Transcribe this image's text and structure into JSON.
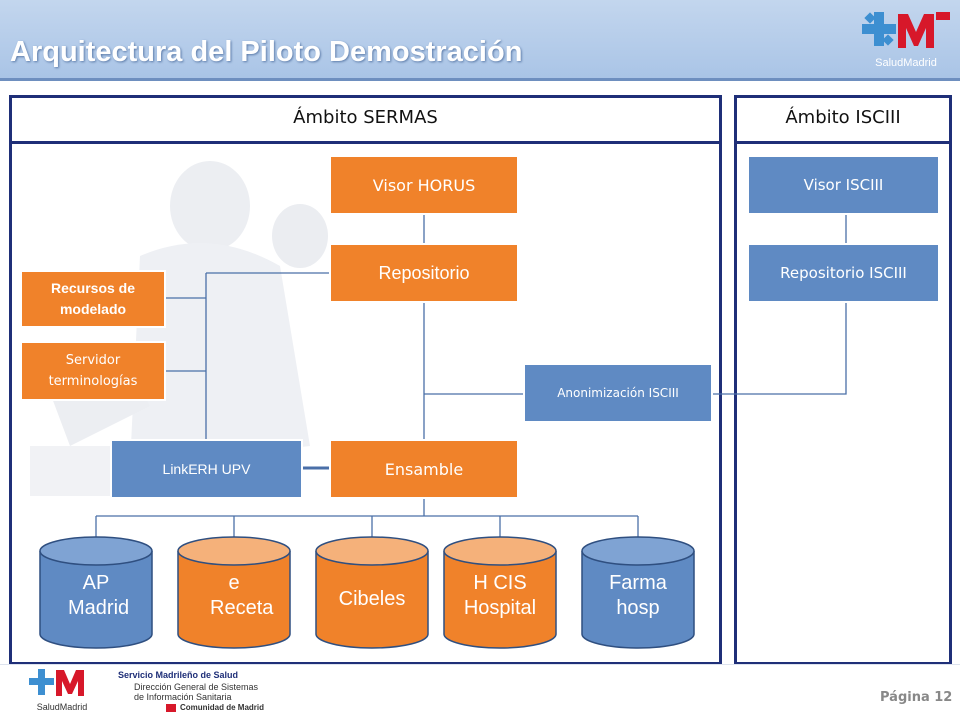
{
  "header": {
    "title": "Arquitectura del Piloto Demostración",
    "logo_text": "SaludMadrid"
  },
  "panels": {
    "sermas_title": "Ámbito SERMAS",
    "isciii_title": "Ámbito ISCIII"
  },
  "boxes": {
    "visor_horus": "Visor HORUS",
    "repositorio": "Repositorio",
    "recursos_modelado": "Recursos de modelado",
    "servidor_terminologias": "Servidor terminologías",
    "anonimizacion": "Anonimización ISCIII",
    "linkerh": "LinkERH UPV",
    "ensamble": "Ensamble",
    "visor_isciii": "Visor ISCIII",
    "repositorio_isciii": "Repositorio ISCIII"
  },
  "databases": [
    {
      "label": "AP Madrid",
      "color": "#5f8ac3"
    },
    {
      "label": "e Receta",
      "color": "#f0822a"
    },
    {
      "label": "Cibeles",
      "color": "#f0822a"
    },
    {
      "label": "H CIS Hospital",
      "color": "#5f8ac3"
    },
    {
      "label": "Farma hosp",
      "color": "#5f8ac3"
    }
  ],
  "footer": {
    "org_name": "Servicio Madrileño de Salud",
    "org_sub1": "Dirección General de Sistemas",
    "org_sub2": "de Información Sanitaria",
    "comunidad": "Comunidad de Madrid",
    "logo_text": "SaludMadrid",
    "page": "Página 12"
  },
  "colors": {
    "orange": "#f0822a",
    "blue": "#5f8ac3",
    "navy": "#1f2f78",
    "brand_red": "#d7182a",
    "brand_blue": "#3d8fd1"
  }
}
